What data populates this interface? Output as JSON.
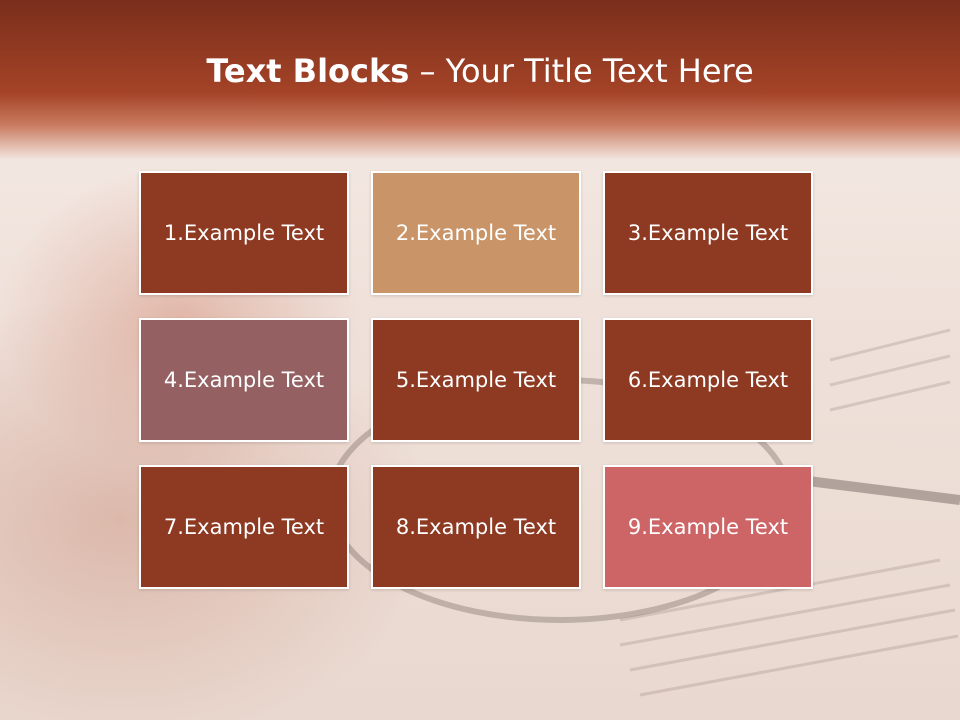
{
  "title": {
    "bold": "Text Blocks",
    "rest": " – Your Title Text Here"
  },
  "colors": {
    "primary": "#8e3a22",
    "tan": "#c99467",
    "mauve": "#956062",
    "pink": "#cd6466"
  },
  "blocks": [
    {
      "label": "1.Example Text",
      "color": "#8e3a22"
    },
    {
      "label": "2.Example Text",
      "color": "#c99467"
    },
    {
      "label": "3.Example Text",
      "color": "#8e3a22"
    },
    {
      "label": "4.Example Text",
      "color": "#956062"
    },
    {
      "label": "5.Example Text",
      "color": "#8e3a22"
    },
    {
      "label": "6.Example Text",
      "color": "#8e3a22"
    },
    {
      "label": "7.Example Text",
      "color": "#8e3a22"
    },
    {
      "label": "8.Example Text",
      "color": "#8e3a22"
    },
    {
      "label": "9.Example Text",
      "color": "#cd6466"
    }
  ]
}
